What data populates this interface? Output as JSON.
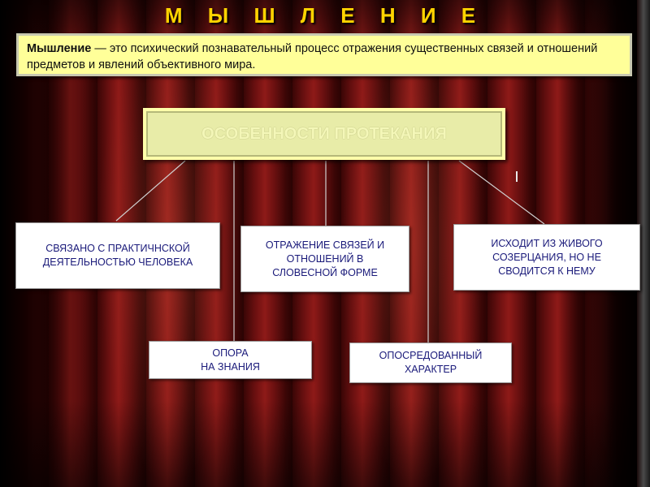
{
  "title": "М Ы Ш Л Е Н И Е",
  "definition": {
    "term": "Мышление",
    "text": " — это психический познавательный процесс отражения существенных связей и отношений предметов и явлений объективного мира."
  },
  "diagram": {
    "center": "ОСОБЕННОСТИ ПРОТЕКАНИЯ",
    "nodes": [
      "СВЯЗАНО С ПРАКТИЧНСКОЙ\nДЕЯТЕЛЬНОСТЬЮ ЧЕЛОВЕКА",
      "ОТРАЖЕНИЕ СВЯЗЕЙ И\nОТНОШЕНИЙ В\nСЛОВЕСНОЙ ФОРМЕ",
      "ИСХОДИТ ИЗ ЖИВОГО\nСОЗЕРЦАНИЯ, НО НЕ\nСВОДИТСЯ К НЕМУ",
      "ОПОРА\nНА ЗНАНИЯ",
      "ОПОСРЕДОВАННЫЙ\nХАРАКТЕР"
    ]
  },
  "colors": {
    "title": "#ffd400",
    "definition_bg": "#ffff99",
    "center_bg": "#e8eca8",
    "node_text": "#1a1a7a",
    "curtain": "#8e1a18"
  }
}
